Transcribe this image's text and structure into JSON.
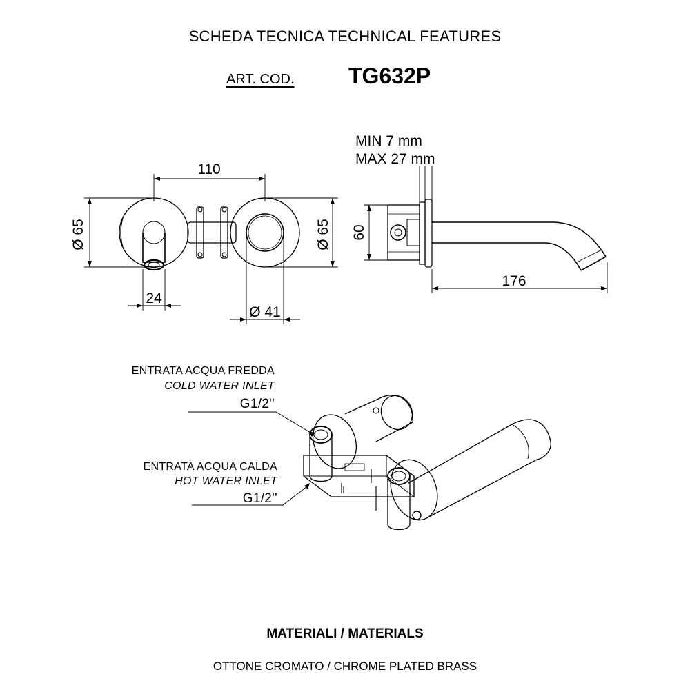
{
  "header": {
    "title": "SCHEDA TECNICA   TECHNICAL FEATURES",
    "art_label": "ART. COD.",
    "art_code": "TG632P"
  },
  "front_view": {
    "width_dim": "110",
    "left_diameter": "Ø 65",
    "right_diameter": "Ø 65",
    "spout_dim": "24",
    "handle_diameter": "Ø 41"
  },
  "side_view": {
    "min_thickness": "MIN 7 mm",
    "max_thickness": "MAX 27 mm",
    "height_dim": "60",
    "length_dim": "176"
  },
  "inlets": {
    "cold_it": "ENTRATA ACQUA FREDDA",
    "cold_en": "COLD WATER INLET",
    "cold_thread": "G1/2''",
    "hot_it": "ENTRATA ACQUA CALDA",
    "hot_en": "HOT WATER INLET",
    "hot_thread": "G1/2''"
  },
  "materials": {
    "title": "MATERIALI / MATERIALS",
    "text": "OTTONE CROMATO  / CHROME PLATED BRASS"
  }
}
